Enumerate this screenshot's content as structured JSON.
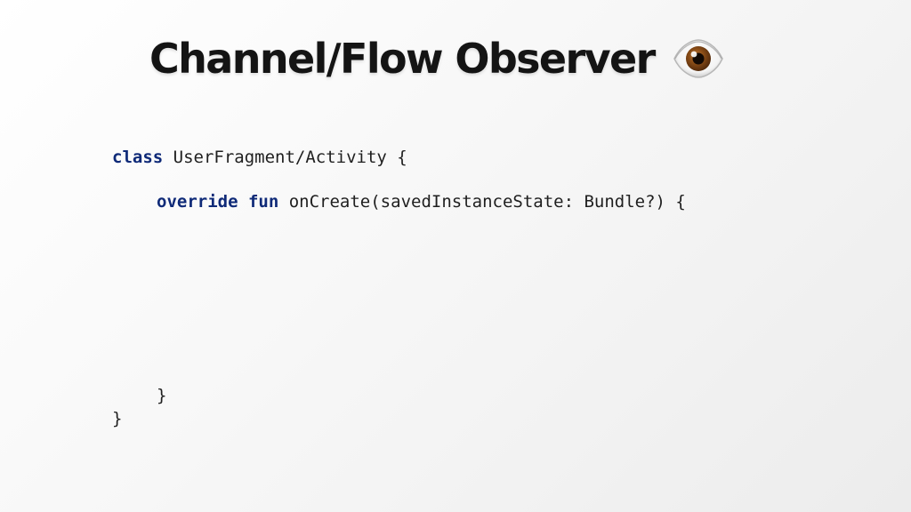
{
  "slide": {
    "title": "Channel/Flow Observer",
    "title_icon": "eye-icon"
  },
  "code": {
    "line1": {
      "keyword": "class",
      "text": " UserFragment/Activity {"
    },
    "line2": {
      "keyword1": "override",
      "keyword2": "fun",
      "text": " onCreate(savedInstanceState: Bundle?) {"
    },
    "line3": "}",
    "line4": "}"
  }
}
